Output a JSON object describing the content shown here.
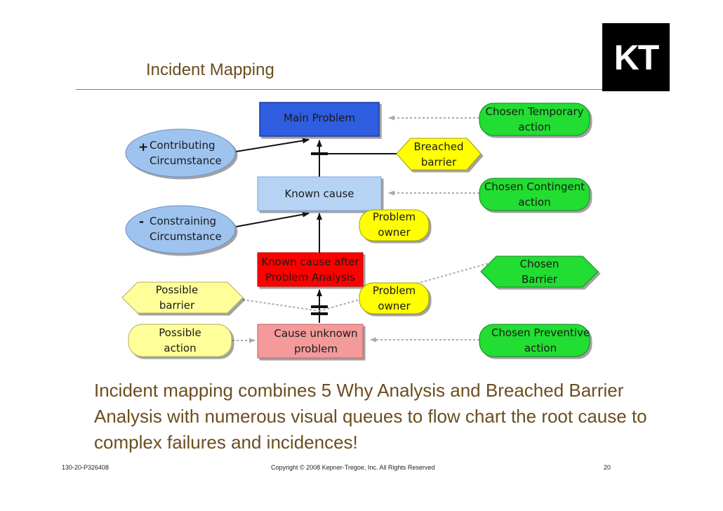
{
  "page": {
    "title": "Incident Mapping",
    "logo": "KT",
    "caption": "Incident mapping combines 5 Why Analysis and Breached Barrier Analysis with numerous visual queues to flow chart the root cause to complex failures and incidences!",
    "footer": {
      "code": "130-20-P326408",
      "copyright": "Copyright © 2008 Kepner-Tregoe, Inc. All Rights Reserved",
      "page_number": "20"
    }
  },
  "diagram": {
    "colors": {
      "main_problem": "#2f5de0",
      "known_cause": "#b7d3f4",
      "after_analysis": "#ff0000",
      "cause_unknown": "#f49a9a",
      "green_action": "#22dd33",
      "yellow": "#ffff00",
      "pale_yellow": "#ffff99",
      "ellipse_blue": "#9ec3ef"
    },
    "nodes": {
      "main_problem": "Main Problem",
      "known_cause": "Known cause",
      "known_after_line1": "Known cause after",
      "known_after_line2": "Problem Analysis",
      "cause_unknown_line1": "Cause unknown",
      "cause_unknown_line2": "problem",
      "contributing_sign": "+",
      "contributing_line1": "Contributing",
      "contributing_line2": "Circumstance",
      "constraining_sign": "-",
      "constraining_line1": "Constraining",
      "constraining_line2": "Circumstance",
      "possible_barrier_line1": "Possible",
      "possible_barrier_line2": "barrier",
      "possible_action_line1": "Possible",
      "possible_action_line2": "action",
      "breached_line1": "Breached",
      "breached_line2": "barrier",
      "owner1_line1": "Problem",
      "owner1_line2": "owner",
      "owner2_line1": "Problem",
      "owner2_line2": "owner",
      "temp_line1": "Chosen Temporary",
      "temp_line2": "action",
      "contingent_line1": "Chosen Contingent",
      "contingent_line2": "action",
      "barrier_line1": "Chosen",
      "barrier_line2": "Barrier",
      "preventive_line1": "Chosen Preventive",
      "preventive_line2": "action"
    }
  }
}
